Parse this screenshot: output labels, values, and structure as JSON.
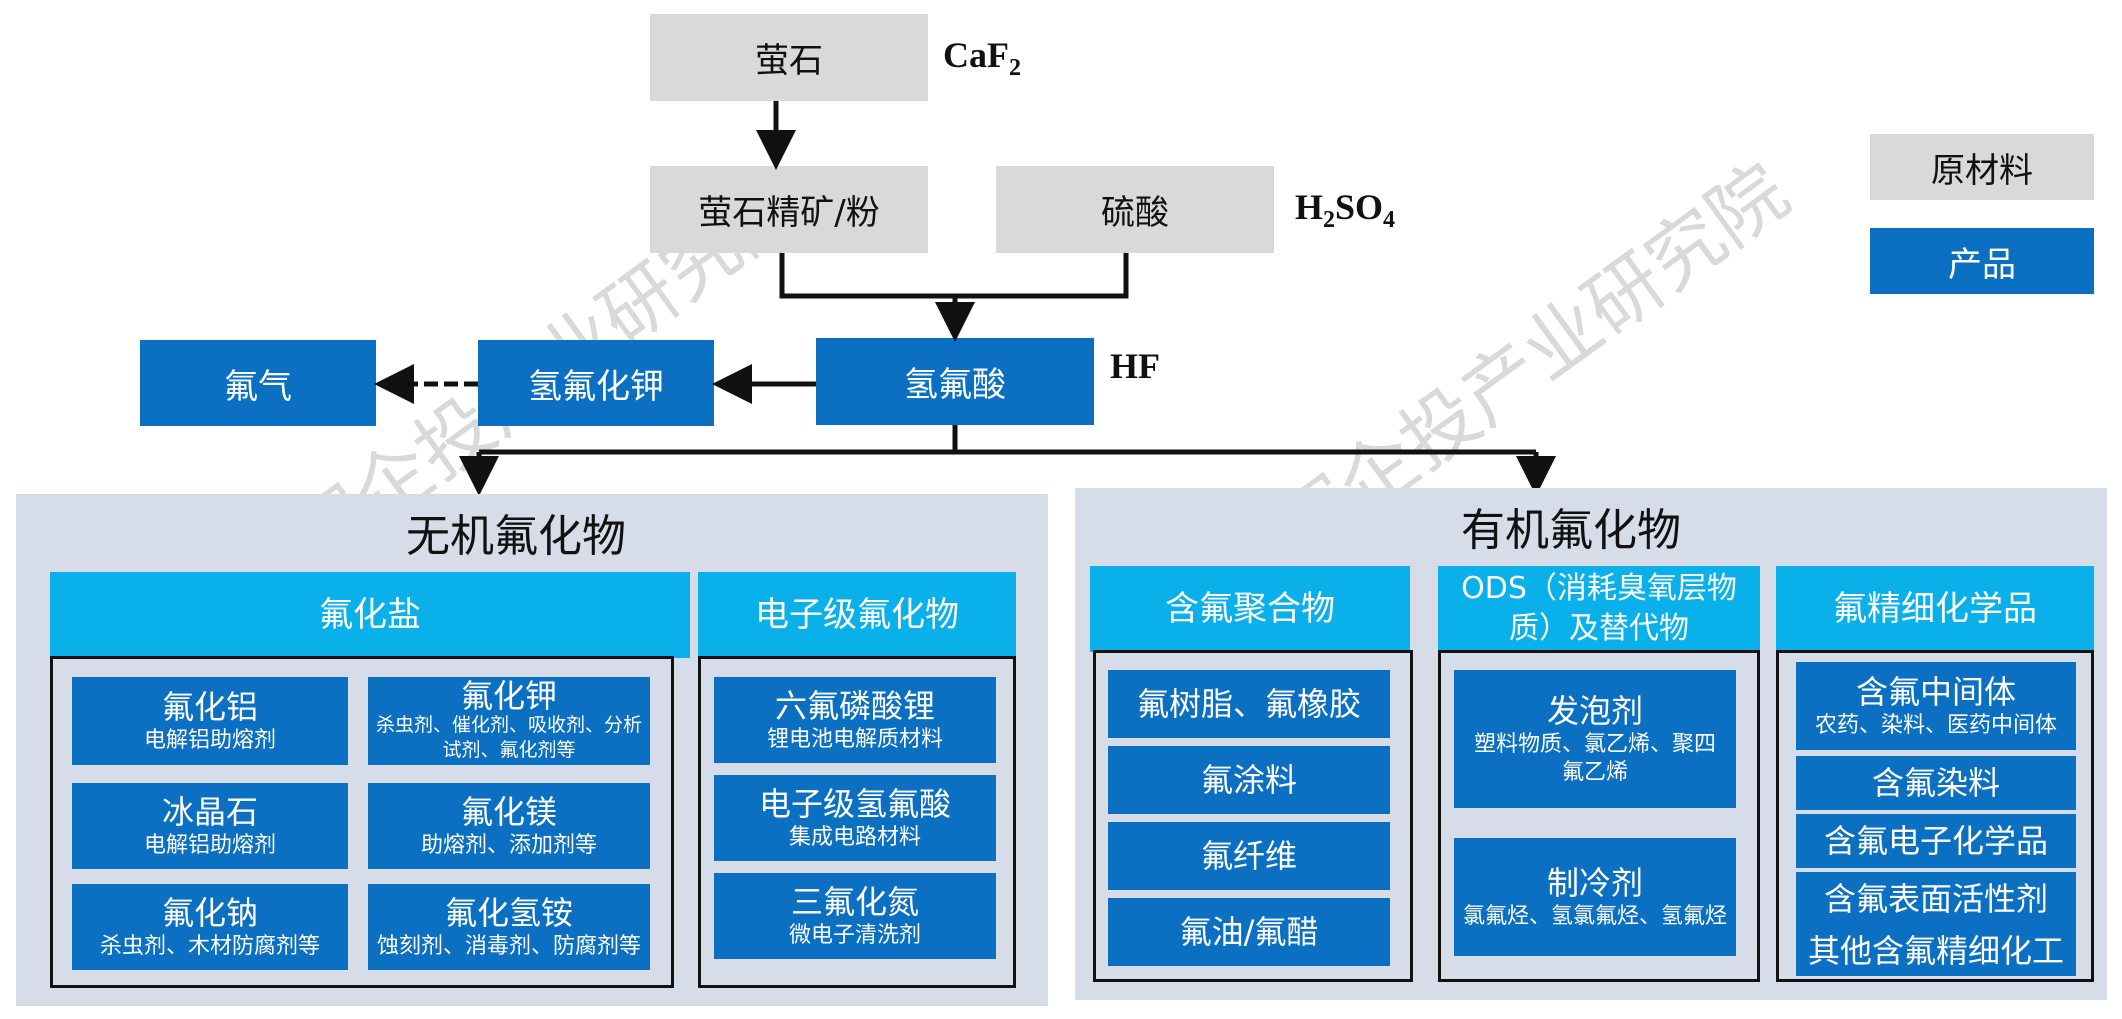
{
  "legend": {
    "raw": "原材料",
    "product": "产品"
  },
  "raw": {
    "fluorite": "萤石",
    "fluorite_formula": "CaF",
    "fluorite_formula_sub": "2",
    "concentrate": "萤石精矿/粉",
    "sulfuric": "硫酸",
    "sulfuric_formula_a": "H",
    "sulfuric_formula_sub1": "2",
    "sulfuric_formula_b": "SO",
    "sulfuric_formula_sub2": "4"
  },
  "mid": {
    "hf": "氢氟酸",
    "hf_formula": "HF",
    "khf": "氢氟化钾",
    "f2": "氟气"
  },
  "inorganic": {
    "title": "无机氟化物",
    "salt_header": "氟化盐",
    "electronic_header": "电子级氟化物",
    "salts": [
      {
        "name": "氟化铝",
        "use": "电解铝助熔剂"
      },
      {
        "name": "氟化钾",
        "use": "杀虫剂、催化剂、吸收剂、分析试剂、氟化剂等"
      },
      {
        "name": "冰晶石",
        "use": "电解铝助熔剂"
      },
      {
        "name": "氟化镁",
        "use": "助熔剂、添加剂等"
      },
      {
        "name": "氟化钠",
        "use": "杀虫剂、木材防腐剂等"
      },
      {
        "name": "氟化氢铵",
        "use": "蚀刻剂、消毒剂、防腐剂等"
      }
    ],
    "electronic": [
      {
        "name": "六氟磷酸锂",
        "use": "锂电池电解质材料"
      },
      {
        "name": "电子级氢氟酸",
        "use": "集成电路材料"
      },
      {
        "name": "三氟化氮",
        "use": "微电子清洗剂"
      }
    ]
  },
  "organic": {
    "title": "有机氟化物",
    "polymer_header": "含氟聚合物",
    "ods_header": "ODS（消耗臭氧层物质）及替代物",
    "fine_header": "氟精细化学品",
    "polymers": [
      "氟树脂、氟橡胶",
      "氟涂料",
      "氟纤维",
      "氟油/氟醋"
    ],
    "ods": [
      {
        "name": "发泡剂",
        "use": "塑料物质、氯乙烯、聚四氟乙烯"
      },
      {
        "name": "制冷剂",
        "use": "氯氟烃、氢氯氟烃、氢氟烃"
      }
    ],
    "fine_first": {
      "name": "含氟中间体",
      "use": "农药、染料、医药中间体"
    },
    "fine": [
      "含氟染料",
      "含氟电子化学品",
      "含氟表面活性剂",
      "其他含氟精细化工"
    ]
  },
  "watermark": "深企投产业研究院"
}
